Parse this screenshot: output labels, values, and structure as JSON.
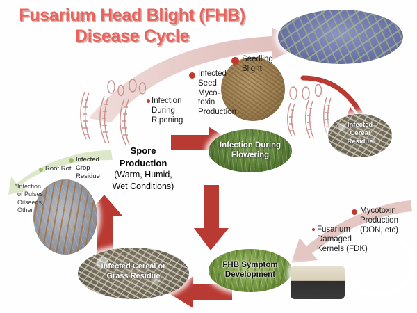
{
  "title": {
    "line1": "Fusarium Head Blight (FHB)",
    "line2": "Disease Cycle",
    "color": "#e8645f"
  },
  "center_label": {
    "heading_line1": "Spore",
    "heading_line2": "Production",
    "sub_line1": "(Warm, Humid,",
    "sub_line2": "Wet Conditions)"
  },
  "stage_ovals": [
    {
      "name": "seedling-blight-photo",
      "caption": "",
      "description": "seedling tray photo"
    },
    {
      "name": "infected-seed-photo",
      "caption": "",
      "description": "infected seed pile photo"
    },
    {
      "name": "infection-during-flowering",
      "caption_line1": "Infection During",
      "caption_line2": "Flowering"
    },
    {
      "name": "infected-cereal-residue",
      "caption_line1": "Infected",
      "caption_line2": "Cereal",
      "caption_line3": "Residue"
    },
    {
      "name": "fhb-symptom-development",
      "caption_line1": "FHB Symptom",
      "caption_line2": "Development"
    },
    {
      "name": "infected-cereal-or-grass-residue",
      "caption_line1": "Infected Cereal or",
      "caption_line2": "Grass Residue"
    },
    {
      "name": "root-rot-photo",
      "caption": "",
      "description": "root rot roots photo"
    },
    {
      "name": "damaged-kernels-photo",
      "caption": "",
      "description": "fusarium damaged kernels photo"
    }
  ],
  "callouts": {
    "infection_during_ripening": [
      "Infection",
      "During",
      "Ripening"
    ],
    "infected_seed": [
      "Infected",
      "Seed,",
      "Myco-",
      "toxin",
      "Production"
    ],
    "seedling_blight": [
      "Seedling",
      "Blight"
    ],
    "mycotoxin_production": [
      "Mycotoxin",
      "Production",
      "(DON, etc)"
    ],
    "fusarium_damaged_kernels": [
      "Fusarium",
      "Damaged",
      "Kernels (FDK)"
    ],
    "root_rot": [
      "Root Rot"
    ],
    "infected_crop_residue": [
      "Infected",
      "Crop",
      "Residue"
    ],
    "infection_of_pulses": [
      "Infection",
      "of Pulses,",
      "Oilseeds,",
      "Other"
    ]
  },
  "colors": {
    "arrow_red": "#b93a33",
    "band_pink": "#e3c4c1",
    "band_green": "#dfe8cc",
    "bullet_red": "#c0392b",
    "bullet_green": "#9dbb6a",
    "spore_outline": "#c98f8c"
  }
}
